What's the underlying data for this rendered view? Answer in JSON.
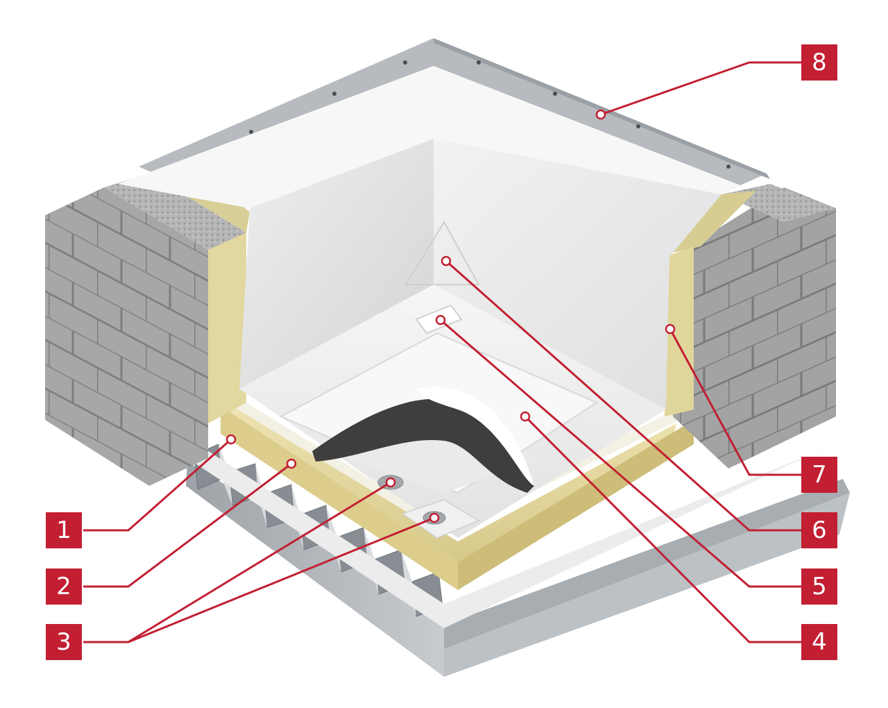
{
  "colors": {
    "callout": "#c21f32",
    "membrane_white": "#f4f4f4",
    "insulation": "#e4d8a0",
    "masonry": "#a9a9a9",
    "metal_deck": "#bfc3c7",
    "underside": "#4a4a4a"
  },
  "callouts": [
    {
      "id": "1",
      "label": "1"
    },
    {
      "id": "2",
      "label": "2"
    },
    {
      "id": "3",
      "label": "3"
    },
    {
      "id": "4",
      "label": "4"
    },
    {
      "id": "5",
      "label": "5"
    },
    {
      "id": "6",
      "label": "6"
    },
    {
      "id": "7",
      "label": "7"
    },
    {
      "id": "8",
      "label": "8"
    }
  ]
}
